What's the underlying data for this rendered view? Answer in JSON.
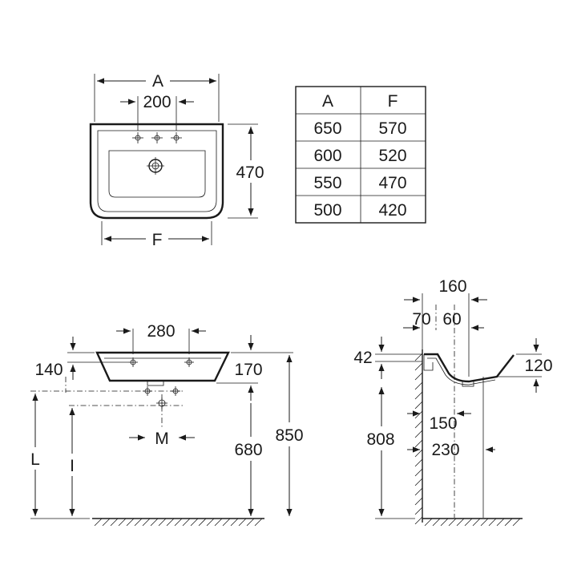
{
  "top_view": {
    "width_label": "A",
    "tap_spacing": "200",
    "depth": "470",
    "bottom_width_label": "F"
  },
  "table": {
    "headers": [
      "A",
      "F"
    ],
    "rows": [
      [
        "650",
        "570"
      ],
      [
        "600",
        "520"
      ],
      [
        "550",
        "470"
      ],
      [
        "500",
        "420"
      ]
    ]
  },
  "front_view": {
    "hole_spacing": "280",
    "left_height": "140",
    "right_height": "170",
    "total_height": "850",
    "mount_height": "680",
    "M_label": "M",
    "L_label": "L",
    "I_label": "I"
  },
  "side_view": {
    "top_width": "160",
    "d70": "70",
    "d60": "60",
    "d42": "42",
    "d120": "120",
    "d150": "150",
    "height_808": "808",
    "d230": "230"
  }
}
